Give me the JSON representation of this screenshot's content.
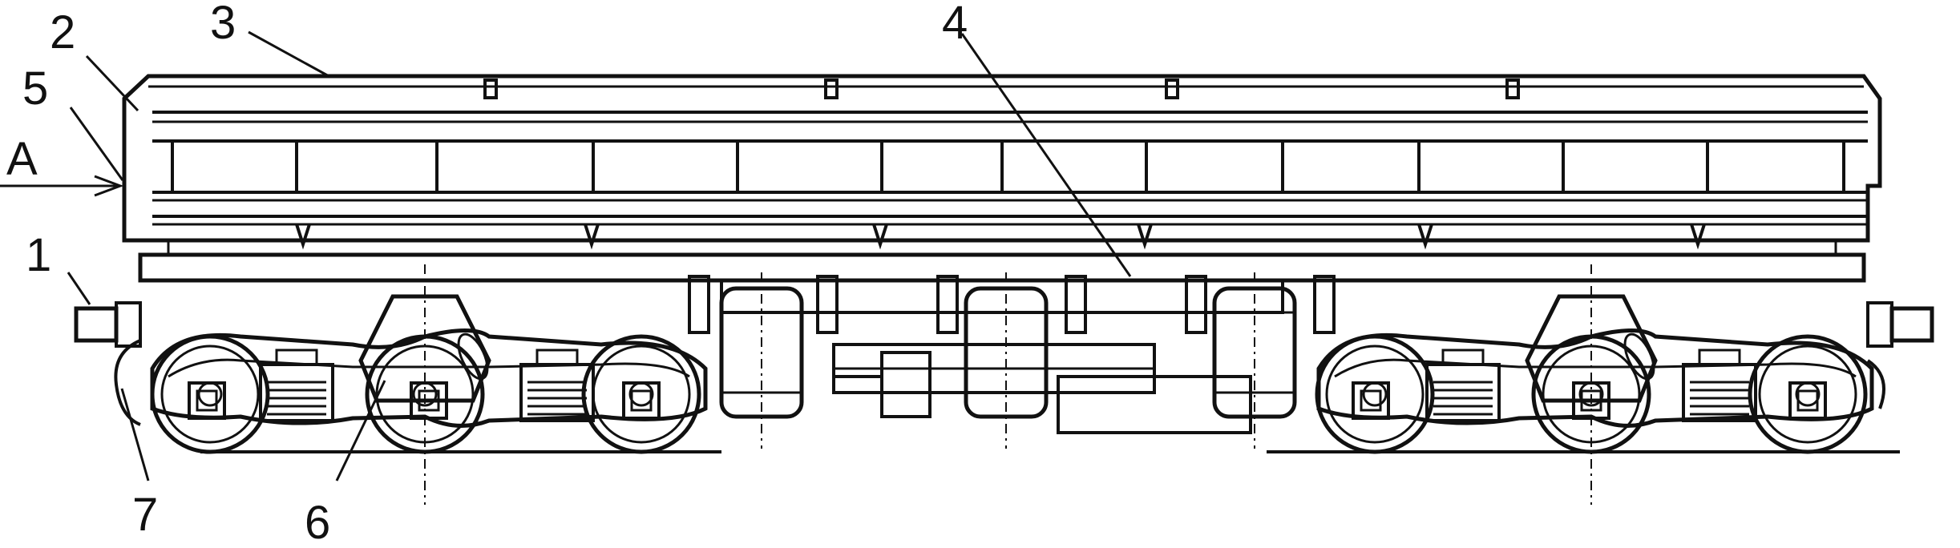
{
  "labels": {
    "l1": "1",
    "l2": "2",
    "l3": "3",
    "l4": "4",
    "l5": "5",
    "l6": "6",
    "l7": "7",
    "lA": "A"
  },
  "colors": {
    "ink": "#111111",
    "paper": "#ffffff"
  }
}
